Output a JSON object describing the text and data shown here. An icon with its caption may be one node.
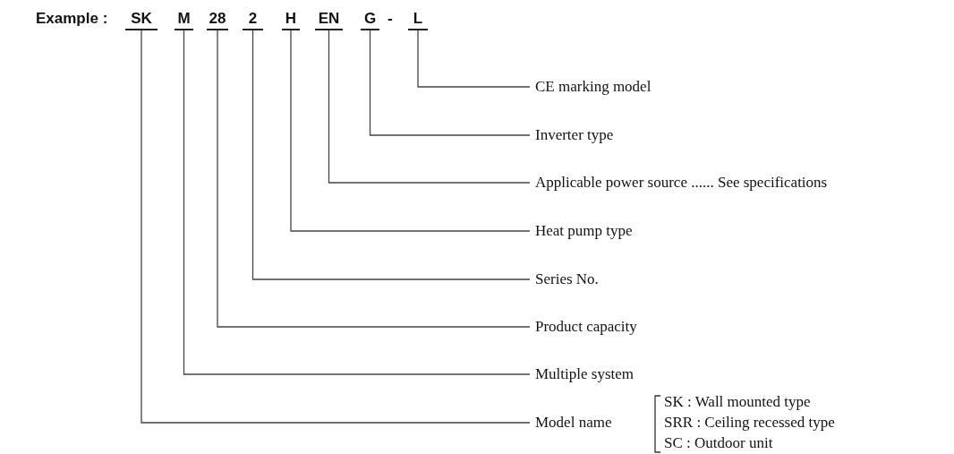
{
  "diagram": {
    "nodes": [
      {
        "text": [
          "SK"
        ]
      },
      {
        "text": [
          "M"
        ]
      },
      {
        "text": [
          "28"
        ]
      },
      {
        "text": [
          "2"
        ]
      },
      {
        "text": [
          "H"
        ]
      },
      {
        "text": [
          "EN"
        ]
      },
      {
        "text": [
          "G"
        ]
      },
      {
        "text": [
          "L"
        ]
      },
      {
        "text": [
          "CE marking model"
        ]
      },
      {
        "text": [
          "Inverter type"
        ]
      },
      {
        "text": [
          "Applicable power source ...... See specifications"
        ]
      },
      {
        "text": [
          "Heat pump type"
        ]
      },
      {
        "text": [
          "Series No."
        ]
      },
      {
        "text": [
          "Product capacity"
        ]
      },
      {
        "text": [
          "Multiple system"
        ]
      },
      {
        "text": [
          "Model name"
        ]
      }
    ],
    "edges": [
      {
        "from": 7,
        "to": 8,
        "arrow": "none"
      },
      {
        "from": 6,
        "to": 9,
        "arrow": "none"
      },
      {
        "from": 5,
        "to": 10,
        "arrow": "none"
      },
      {
        "from": 4,
        "to": 11,
        "arrow": "none"
      },
      {
        "from": 3,
        "to": 12,
        "arrow": "none"
      },
      {
        "from": 2,
        "to": 13,
        "arrow": "none"
      },
      {
        "from": 1,
        "to": 14,
        "arrow": "none"
      },
      {
        "from": 0,
        "to": 15,
        "arrow": "none"
      }
    ],
    "labels": [
      "Example :",
      "-",
      "SK : Wall mounted type",
      "SRR : Ceiling recessed type",
      "SC : Outdoor unit"
    ]
  }
}
